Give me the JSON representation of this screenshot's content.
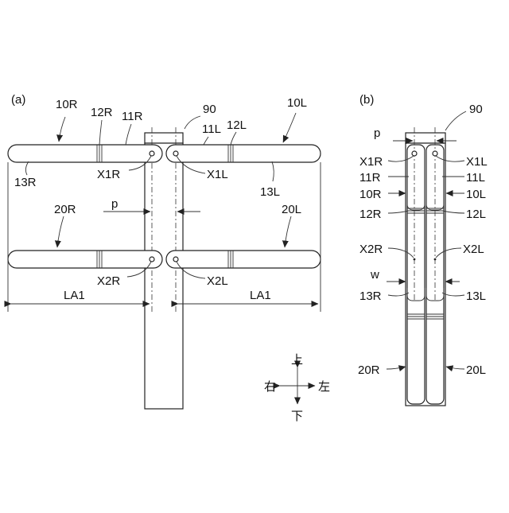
{
  "panel_a": {
    "tag": "(a)",
    "labels": {
      "l90": "90",
      "l10R": "10R",
      "l12R": "12R",
      "l11R": "11R",
      "l11L": "11L",
      "l12L": "12L",
      "l10L": "10L",
      "lX1R": "X1R",
      "lX1L": "X1L",
      "l13R": "13R",
      "l13L": "13L",
      "l20R": "20R",
      "l20L": "20L",
      "lp": "p",
      "lX2R": "X2R",
      "lX2L": "X2L",
      "lLA1R": "LA1",
      "lLA1L": "LA1"
    }
  },
  "panel_b": {
    "tag": "(b)",
    "labels": {
      "l90": "90",
      "lp": "p",
      "lX1R": "X1R",
      "l11R": "11R",
      "l10R": "10R",
      "l12R": "12R",
      "lX2R": "X2R",
      "lw": "w",
      "l13R": "13R",
      "l20R": "20R",
      "lX1L": "X1L",
      "l11L": "11L",
      "l10L": "10L",
      "l12L": "12L",
      "lX2L": "X2L",
      "l13L": "13L",
      "l20L": "20L"
    }
  },
  "compass": {
    "up": "上",
    "down": "下",
    "right_side": "右",
    "left_side": "左"
  }
}
